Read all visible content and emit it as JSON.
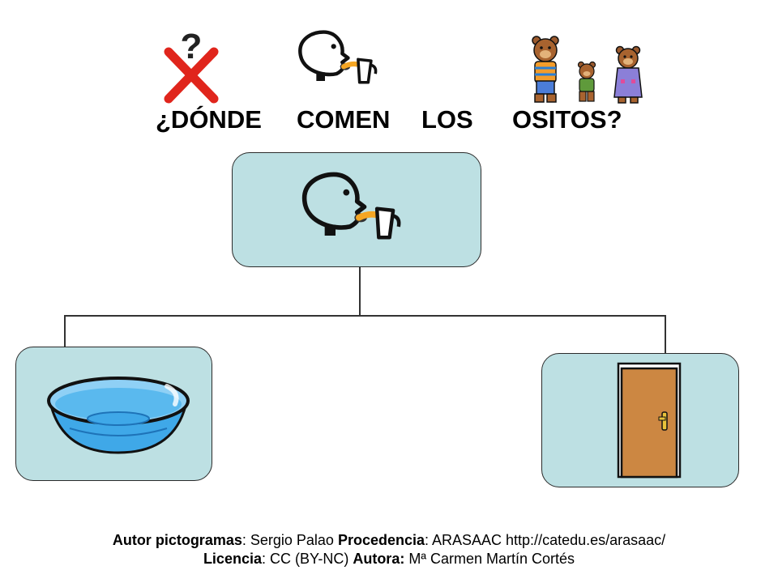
{
  "title": {
    "words": [
      "¿DÓNDE",
      "COMEN",
      "LOS",
      "OSITOS?"
    ]
  },
  "pictograms": {
    "question": "question-mark-cross-pictogram",
    "eat": "eating-face-pictogram",
    "bears": "three-bears-pictogram",
    "bowl": "blue-bowl-pictogram",
    "door": "wooden-door-pictogram"
  },
  "colors": {
    "box_fill": "#bde0e3",
    "cross_red": "#e0251c",
    "bowl_blue": "#3fa8e8",
    "door_brown": "#cc8742"
  },
  "footer": {
    "line1": {
      "l1": "Autor pictogramas",
      "t1": ": Sergio Palao ",
      "l2": "Procedencia",
      "t2": ": ARASAAC http://catedu.es/arasaac/"
    },
    "line2": {
      "l1": "Licencia",
      "t1": ": CC (BY-NC) ",
      "l2": "Autora:",
      "t2": " Mª Carmen Martín Cortés"
    }
  }
}
